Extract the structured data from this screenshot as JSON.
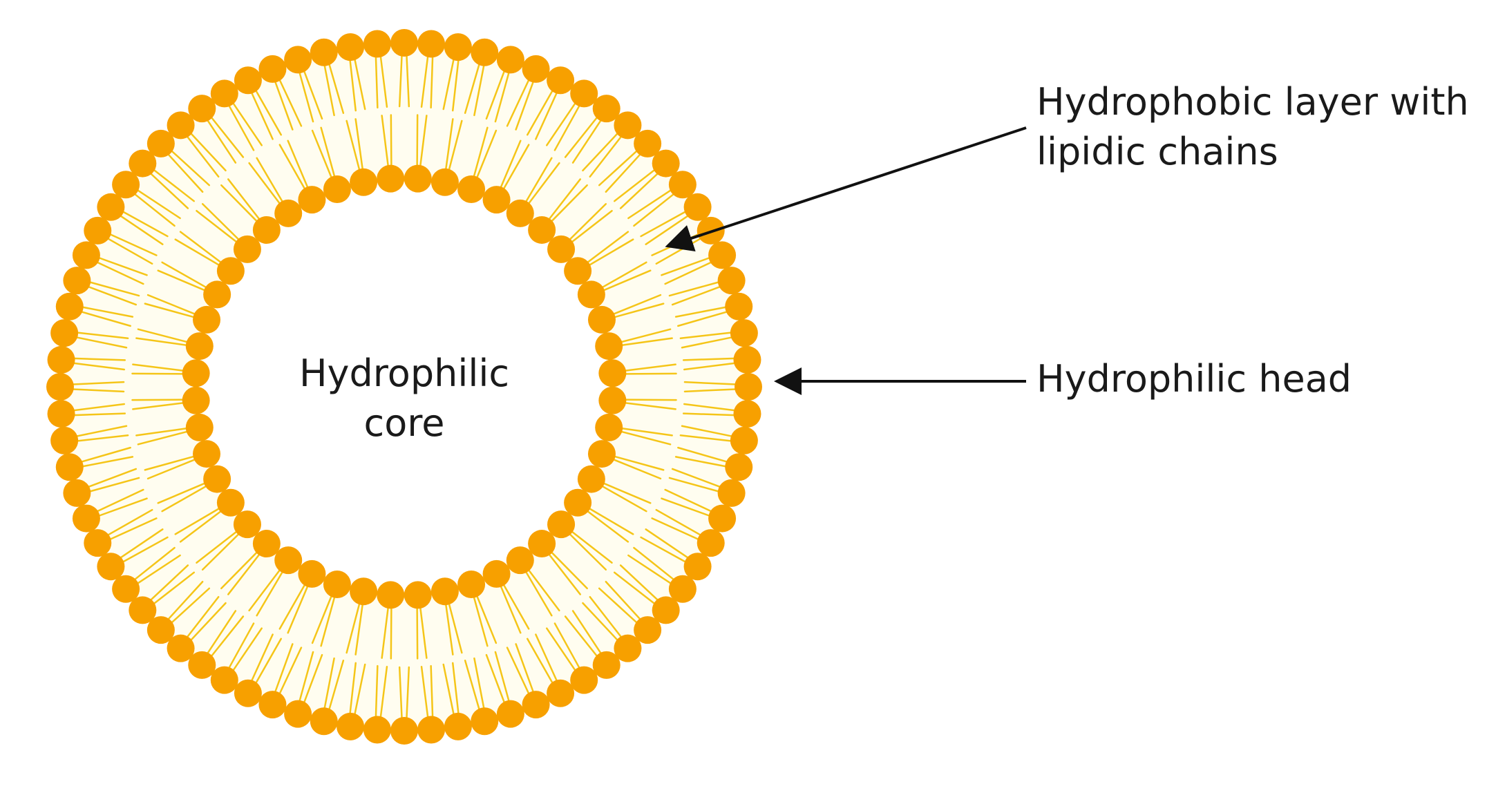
{
  "diagram": {
    "core_label_line1": "Hydrophilic",
    "core_label_line2": "core",
    "callouts": {
      "hydrophobic_line1": "Hydrophobic layer with",
      "hydrophobic_line2": "lipidic chains",
      "head": "Hydrophilic head"
    },
    "colors": {
      "head": "#F7A000",
      "tail": "#F5C518",
      "membrane_fill": "#FFFDF0",
      "arrow": "#111111",
      "background": "#FFFFFF"
    },
    "structure": {
      "outer_heads": 80,
      "inner_heads": 48
    }
  }
}
